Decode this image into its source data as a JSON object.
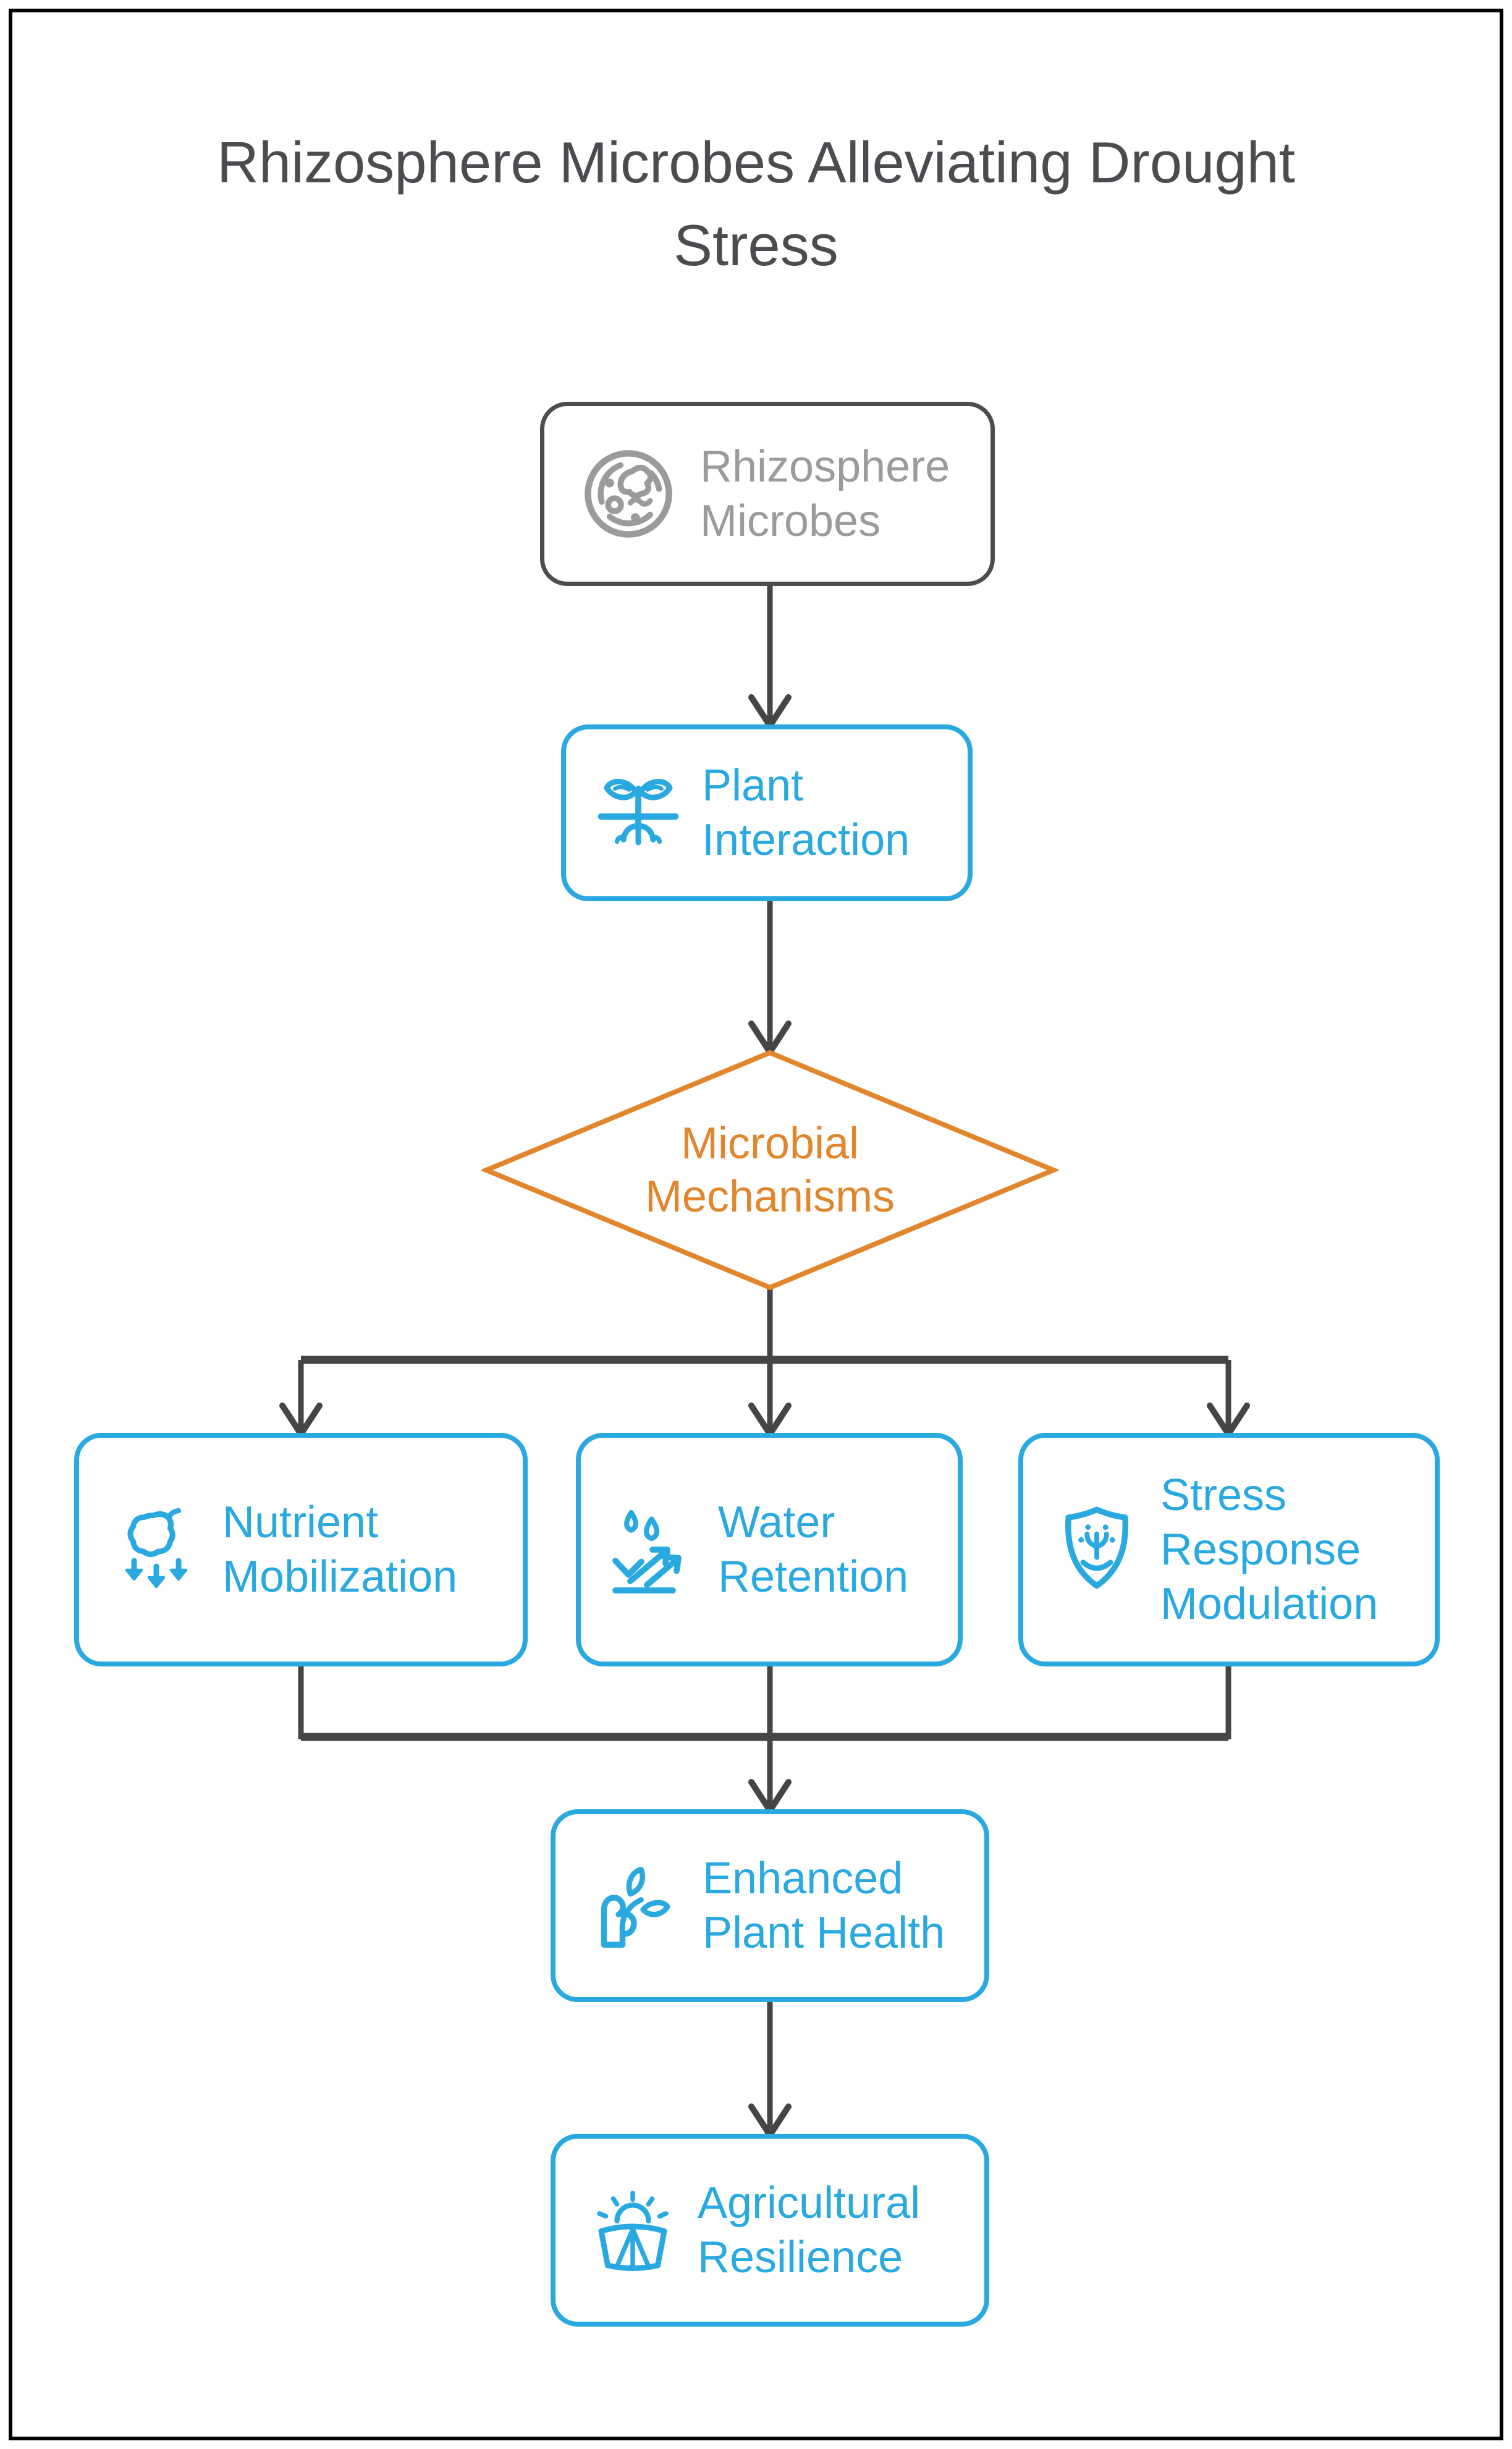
{
  "colors": {
    "blue": "#29a9e0",
    "orange": "#e1862d",
    "dark": "#454545",
    "gray": "#9b9b9b",
    "graynode": "#4d4d4d",
    "title": "#4a4c4f",
    "frame": "#000000"
  },
  "header": {
    "title_line1": "Rhizosphere Microbes Alleviating Drought",
    "title_line2": "Stress"
  },
  "nodes": {
    "rhizosphere_microbes": {
      "label": "Rhizosphere Microbes",
      "shape": "rounded-rect",
      "icon": "microbes-icon",
      "color": "gray"
    },
    "plant_interaction": {
      "label": "Plant Interaction",
      "shape": "rounded-rect",
      "icon": "plant-roots-icon",
      "color": "blue"
    },
    "microbial_mechanisms": {
      "label": "Microbial Mechanisms",
      "shape": "diamond",
      "icon": null,
      "color": "orange"
    },
    "nutrient_mobilization": {
      "label": "Nutrient Mobilization",
      "shape": "rounded-rect",
      "icon": "nutrient-release-icon",
      "color": "blue"
    },
    "water_retention": {
      "label": "Water Retention",
      "shape": "rounded-rect",
      "icon": "water-droplets-icon",
      "color": "blue"
    },
    "stress_response_modulation": {
      "label": "Stress Response Modulation",
      "shape": "rounded-rect",
      "icon": "shield-plant-icon",
      "color": "blue"
    },
    "enhanced_plant_health": {
      "label": "Enhanced Plant Health",
      "shape": "rounded-rect",
      "icon": "sprout-soil-icon",
      "color": "blue"
    },
    "agricultural_resilience": {
      "label": "Agricultural Resilience",
      "shape": "rounded-rect",
      "icon": "sun-field-icon",
      "color": "blue"
    }
  },
  "edges": [
    {
      "from": "rhizosphere_microbes",
      "to": "plant_interaction"
    },
    {
      "from": "plant_interaction",
      "to": "microbial_mechanisms"
    },
    {
      "from": "microbial_mechanisms",
      "to": "nutrient_mobilization"
    },
    {
      "from": "microbial_mechanisms",
      "to": "water_retention"
    },
    {
      "from": "microbial_mechanisms",
      "to": "stress_response_modulation"
    },
    {
      "from": "nutrient_mobilization",
      "to": "enhanced_plant_health"
    },
    {
      "from": "water_retention",
      "to": "enhanced_plant_health"
    },
    {
      "from": "stress_response_modulation",
      "to": "enhanced_plant_health"
    },
    {
      "from": "enhanced_plant_health",
      "to": "agricultural_resilience"
    }
  ]
}
